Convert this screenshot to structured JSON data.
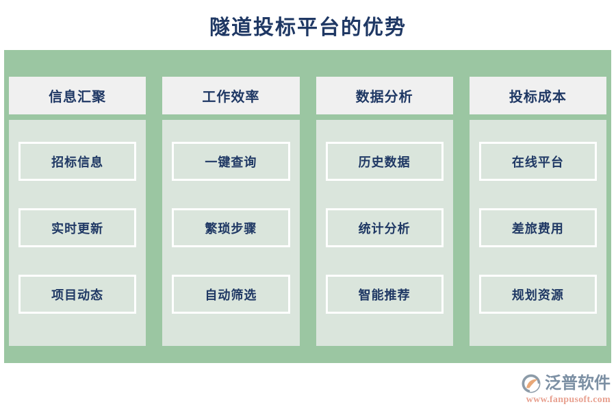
{
  "page": {
    "title": "隧道投标平台的优势",
    "title_color": "#1F3864",
    "panel_color": "#9BC6A2",
    "header_box_color": "#F0F0F0",
    "column_body_color": "#DAE5DC",
    "cell_border_color": "#FFFFFF",
    "background_color": "#FFFFFF"
  },
  "columns": [
    {
      "header": "信息汇聚",
      "cells": [
        "招标信息",
        "实时更新",
        "项目动态"
      ]
    },
    {
      "header": "工作效率",
      "cells": [
        "一键查询",
        "繁琐步骤",
        "自动筛选"
      ]
    },
    {
      "header": "数据分析",
      "cells": [
        "历史数据",
        "统计分析",
        "智能推荐"
      ]
    },
    {
      "header": "投标成本",
      "cells": [
        "在线平台",
        "差旅费用",
        "规划资源"
      ]
    }
  ],
  "logo": {
    "icon_name": "fanpu-swoosh-logo-icon",
    "brand": "泛普软件",
    "url": "www.fanpusoft.com",
    "brand_color": "#7B8FA3",
    "url_color": "#E8A08F",
    "mark_outer_color": "#8C9BA8",
    "mark_inner_color": "#E8A878"
  }
}
